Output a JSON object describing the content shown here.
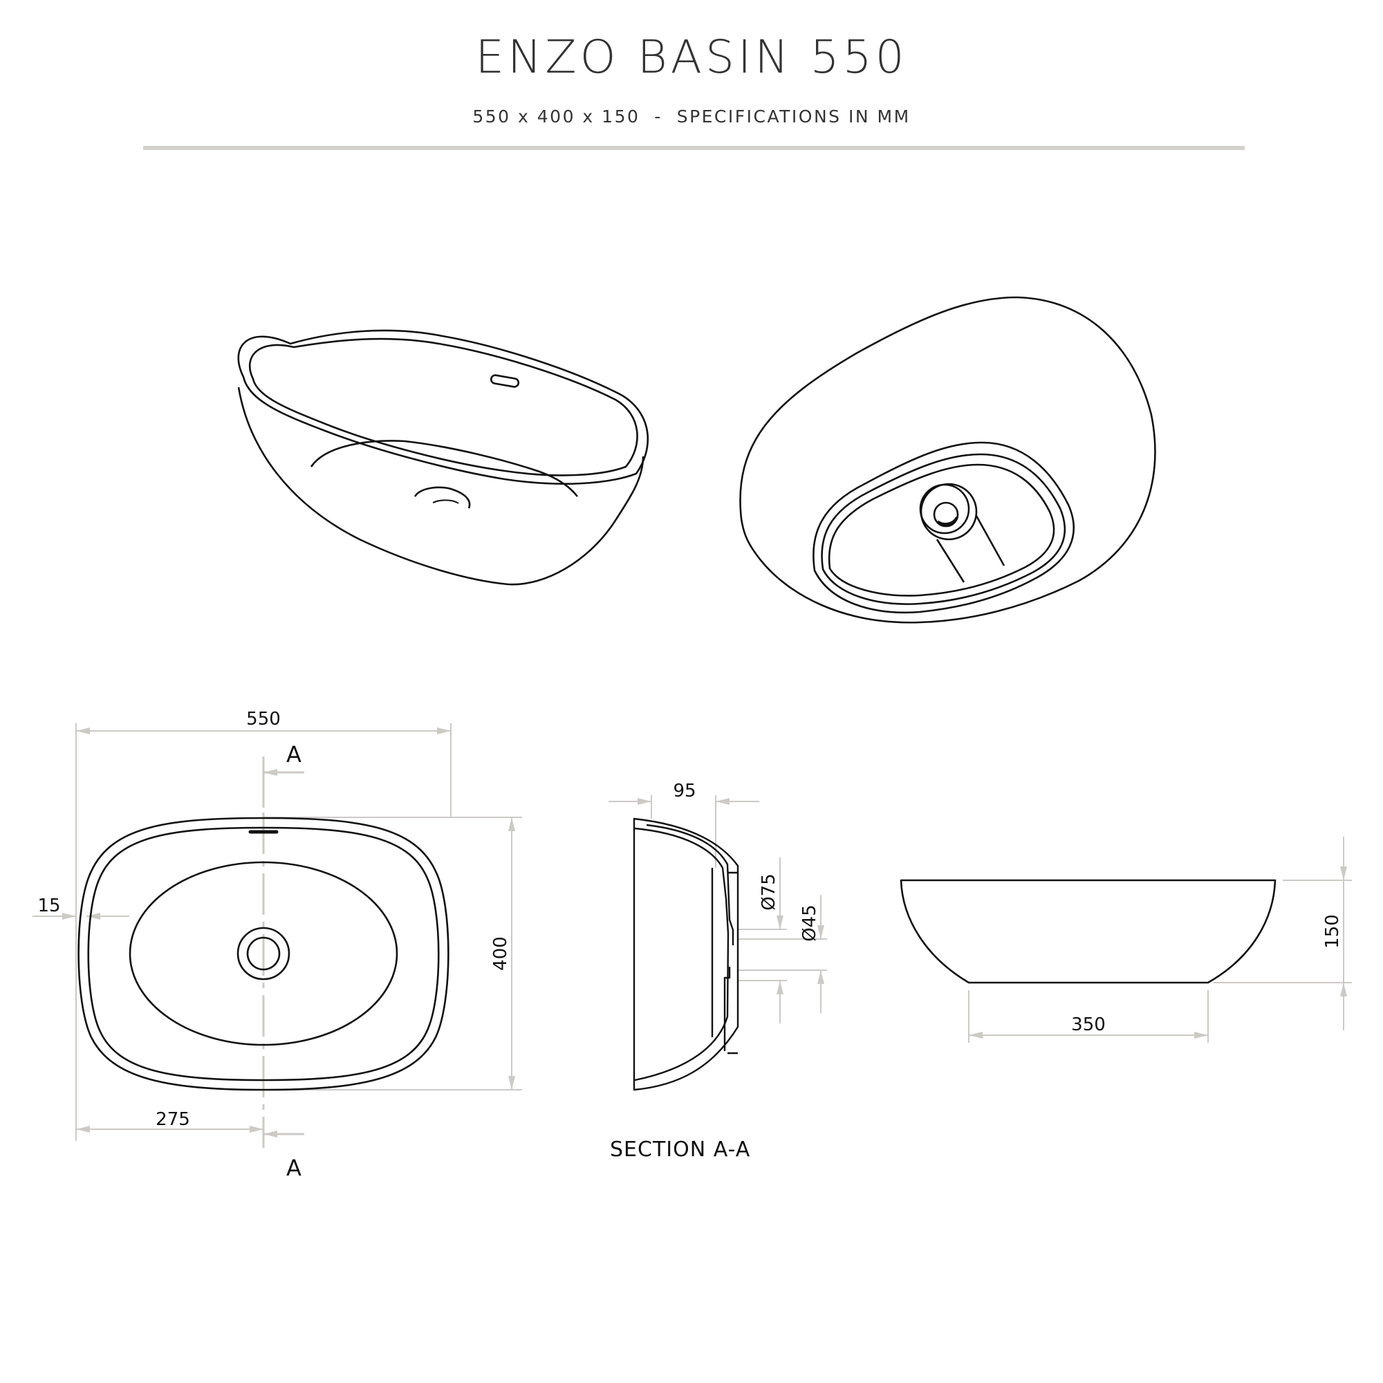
{
  "header": {
    "title": "ENZO BASIN 550",
    "subtitle": "550 x 400 x 150  -  SPECIFICATIONS IN MM"
  },
  "colors": {
    "line": "#111111",
    "dimension": "#cccac4",
    "rule": "#d4d2cc",
    "text": "#333333"
  },
  "views": {
    "perspective_top": {
      "label": ""
    },
    "perspective_underside": {
      "label": ""
    },
    "plan": {
      "overall_width": "550",
      "half_width": "275",
      "overall_depth": "400",
      "rim_thickness": "15",
      "section_marker_top": "A",
      "section_marker_bottom": "A"
    },
    "section": {
      "title": "SECTION A-A",
      "drain_offset": "95",
      "outer_diameter": "Ø75",
      "inner_diameter": "Ø45"
    },
    "elevation": {
      "height": "150",
      "base_width": "350"
    }
  },
  "units": "mm"
}
